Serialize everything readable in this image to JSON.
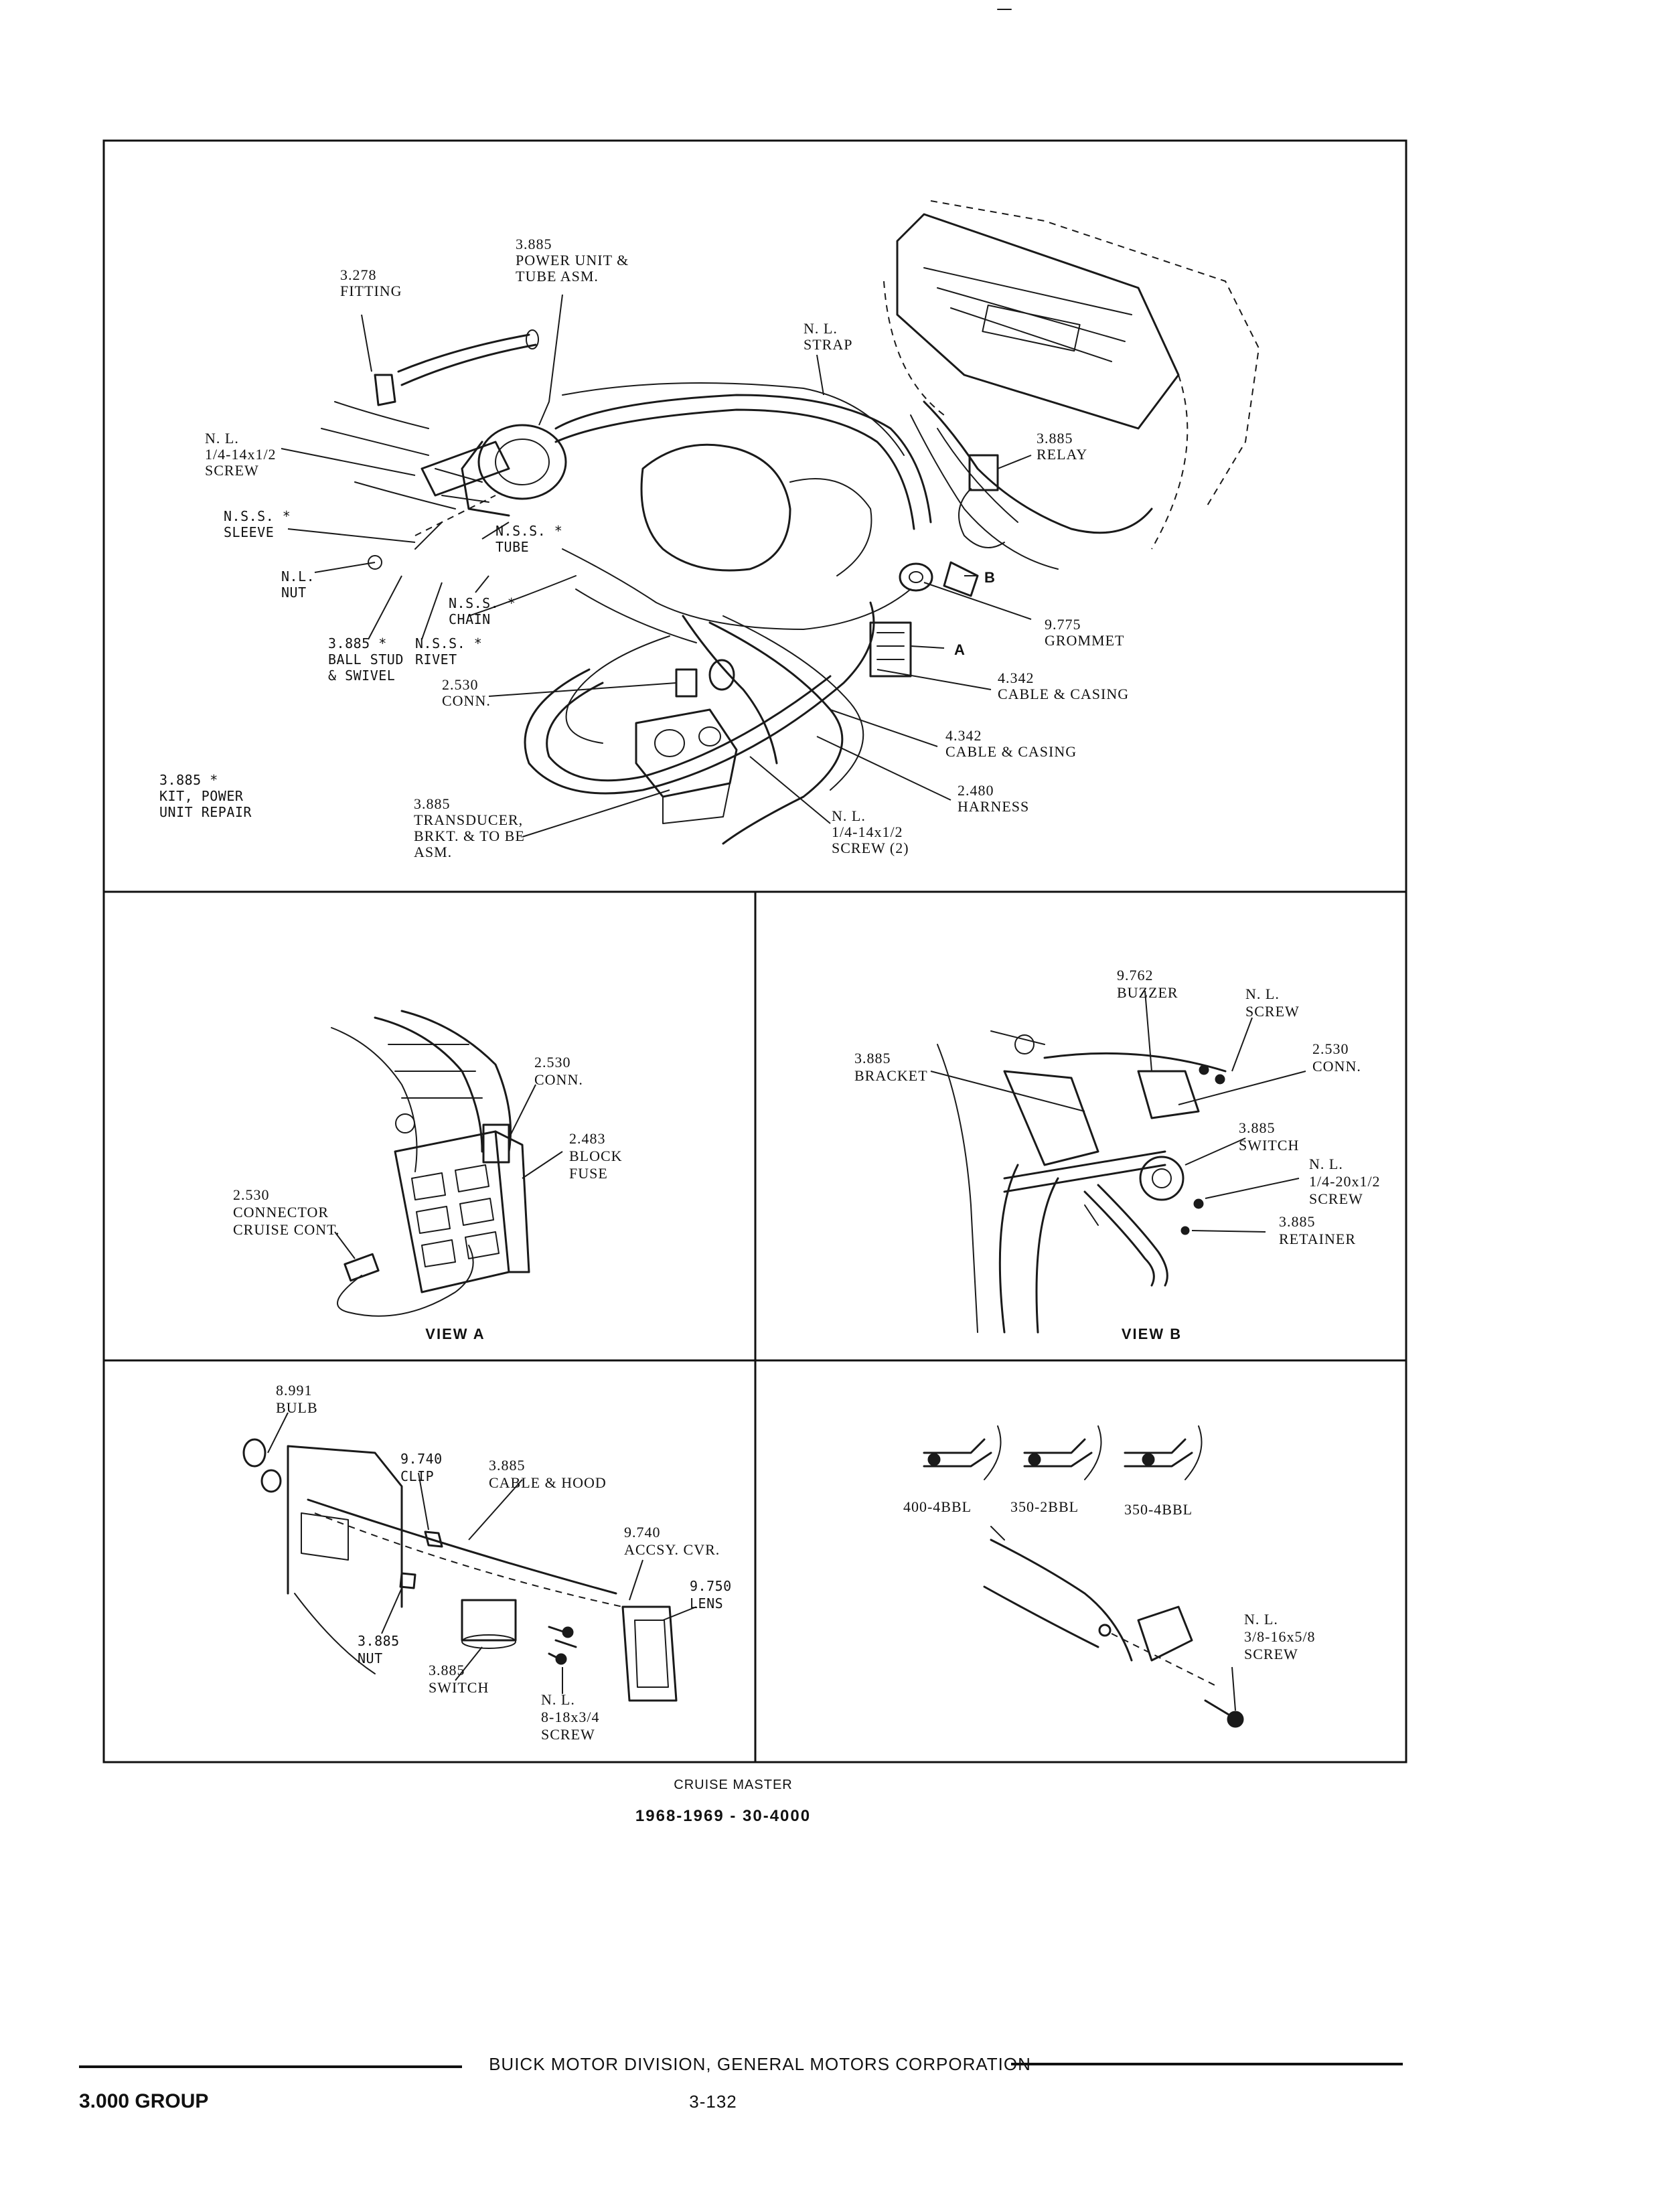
{
  "caption": {
    "title": "CRUISE MASTER",
    "subtitle": "1968-1969 - 30-4000"
  },
  "footer": {
    "corporation": "BUICK MOTOR DIVISION, GENERAL MOTORS CORPORATION",
    "group": "3.000 GROUP",
    "page_number": "3-132"
  },
  "main_view": {
    "labels": [
      [
        "3.885",
        "POWER UNIT &",
        "TUBE ASM."
      ],
      [
        "3.278",
        "FITTING"
      ],
      [
        "N. L.",
        "STRAP"
      ],
      [
        "N. L.",
        "1/4-14x1/2",
        "SCREW"
      ],
      [
        "3.885",
        "RELAY"
      ],
      [
        "N.S.S. *",
        "SLEEVE"
      ],
      [
        "N.S.S. *",
        "TUBE"
      ],
      [
        "N.L.",
        "NUT"
      ],
      [
        "N.S.S. *",
        "CHAIN"
      ],
      [
        "9.775",
        "GROMMET"
      ],
      [
        "3.885 *",
        "BALL STUD",
        "& SWIVEL"
      ],
      [
        "N.S.S. *",
        "RIVET"
      ],
      [
        "A"
      ],
      [
        "B"
      ],
      [
        "4.342",
        "CABLE & CASING"
      ],
      [
        "2.530",
        "CONN."
      ],
      [
        "4.342",
        "CABLE & CASING"
      ],
      [
        "3.885 *",
        "KIT, POWER",
        "UNIT REPAIR"
      ],
      [
        "2.480",
        "HARNESS"
      ],
      [
        "3.885",
        "TRANSDUCER,",
        "BRKT. & TO BE",
        "ASM."
      ],
      [
        "N. L.",
        "1/4-14x1/2",
        "SCREW (2)"
      ]
    ]
  },
  "view_a": {
    "title": "VIEW A",
    "labels": [
      [
        "2.530",
        "CONN."
      ],
      [
        "2.483",
        "BLOCK",
        "FUSE"
      ],
      [
        "2.530",
        "CONNECTOR",
        "CRUISE CONT."
      ]
    ]
  },
  "view_b": {
    "title": "VIEW B",
    "labels": [
      [
        "9.762",
        "BUZZER"
      ],
      [
        "N. L.",
        "SCREW"
      ],
      [
        "3.885",
        "BRACKET"
      ],
      [
        "2.530",
        "CONN."
      ],
      [
        "3.885",
        "SWITCH"
      ],
      [
        "N. L.",
        "1/4-20x1/2",
        "SCREW"
      ],
      [
        "3.885",
        "RETAINER"
      ]
    ]
  },
  "view_c": {
    "labels": [
      [
        "8.991",
        "BULB"
      ],
      [
        "9.740",
        "CLIP"
      ],
      [
        "3.885",
        "CABLE & HOOD"
      ],
      [
        "9.740",
        "ACCSY. CVR."
      ],
      [
        "9.750",
        "LENS"
      ],
      [
        "3.885",
        "NUT"
      ],
      [
        "3.885",
        "SWITCH"
      ],
      [
        "N. L.",
        "8-18x3/4",
        "SCREW"
      ]
    ]
  },
  "view_d": {
    "engines": [
      "400-4BBL",
      "350-2BBL",
      "350-4BBL"
    ],
    "labels": [
      [
        "N. L.",
        "3/8-16x5/8",
        "SCREW"
      ]
    ]
  }
}
